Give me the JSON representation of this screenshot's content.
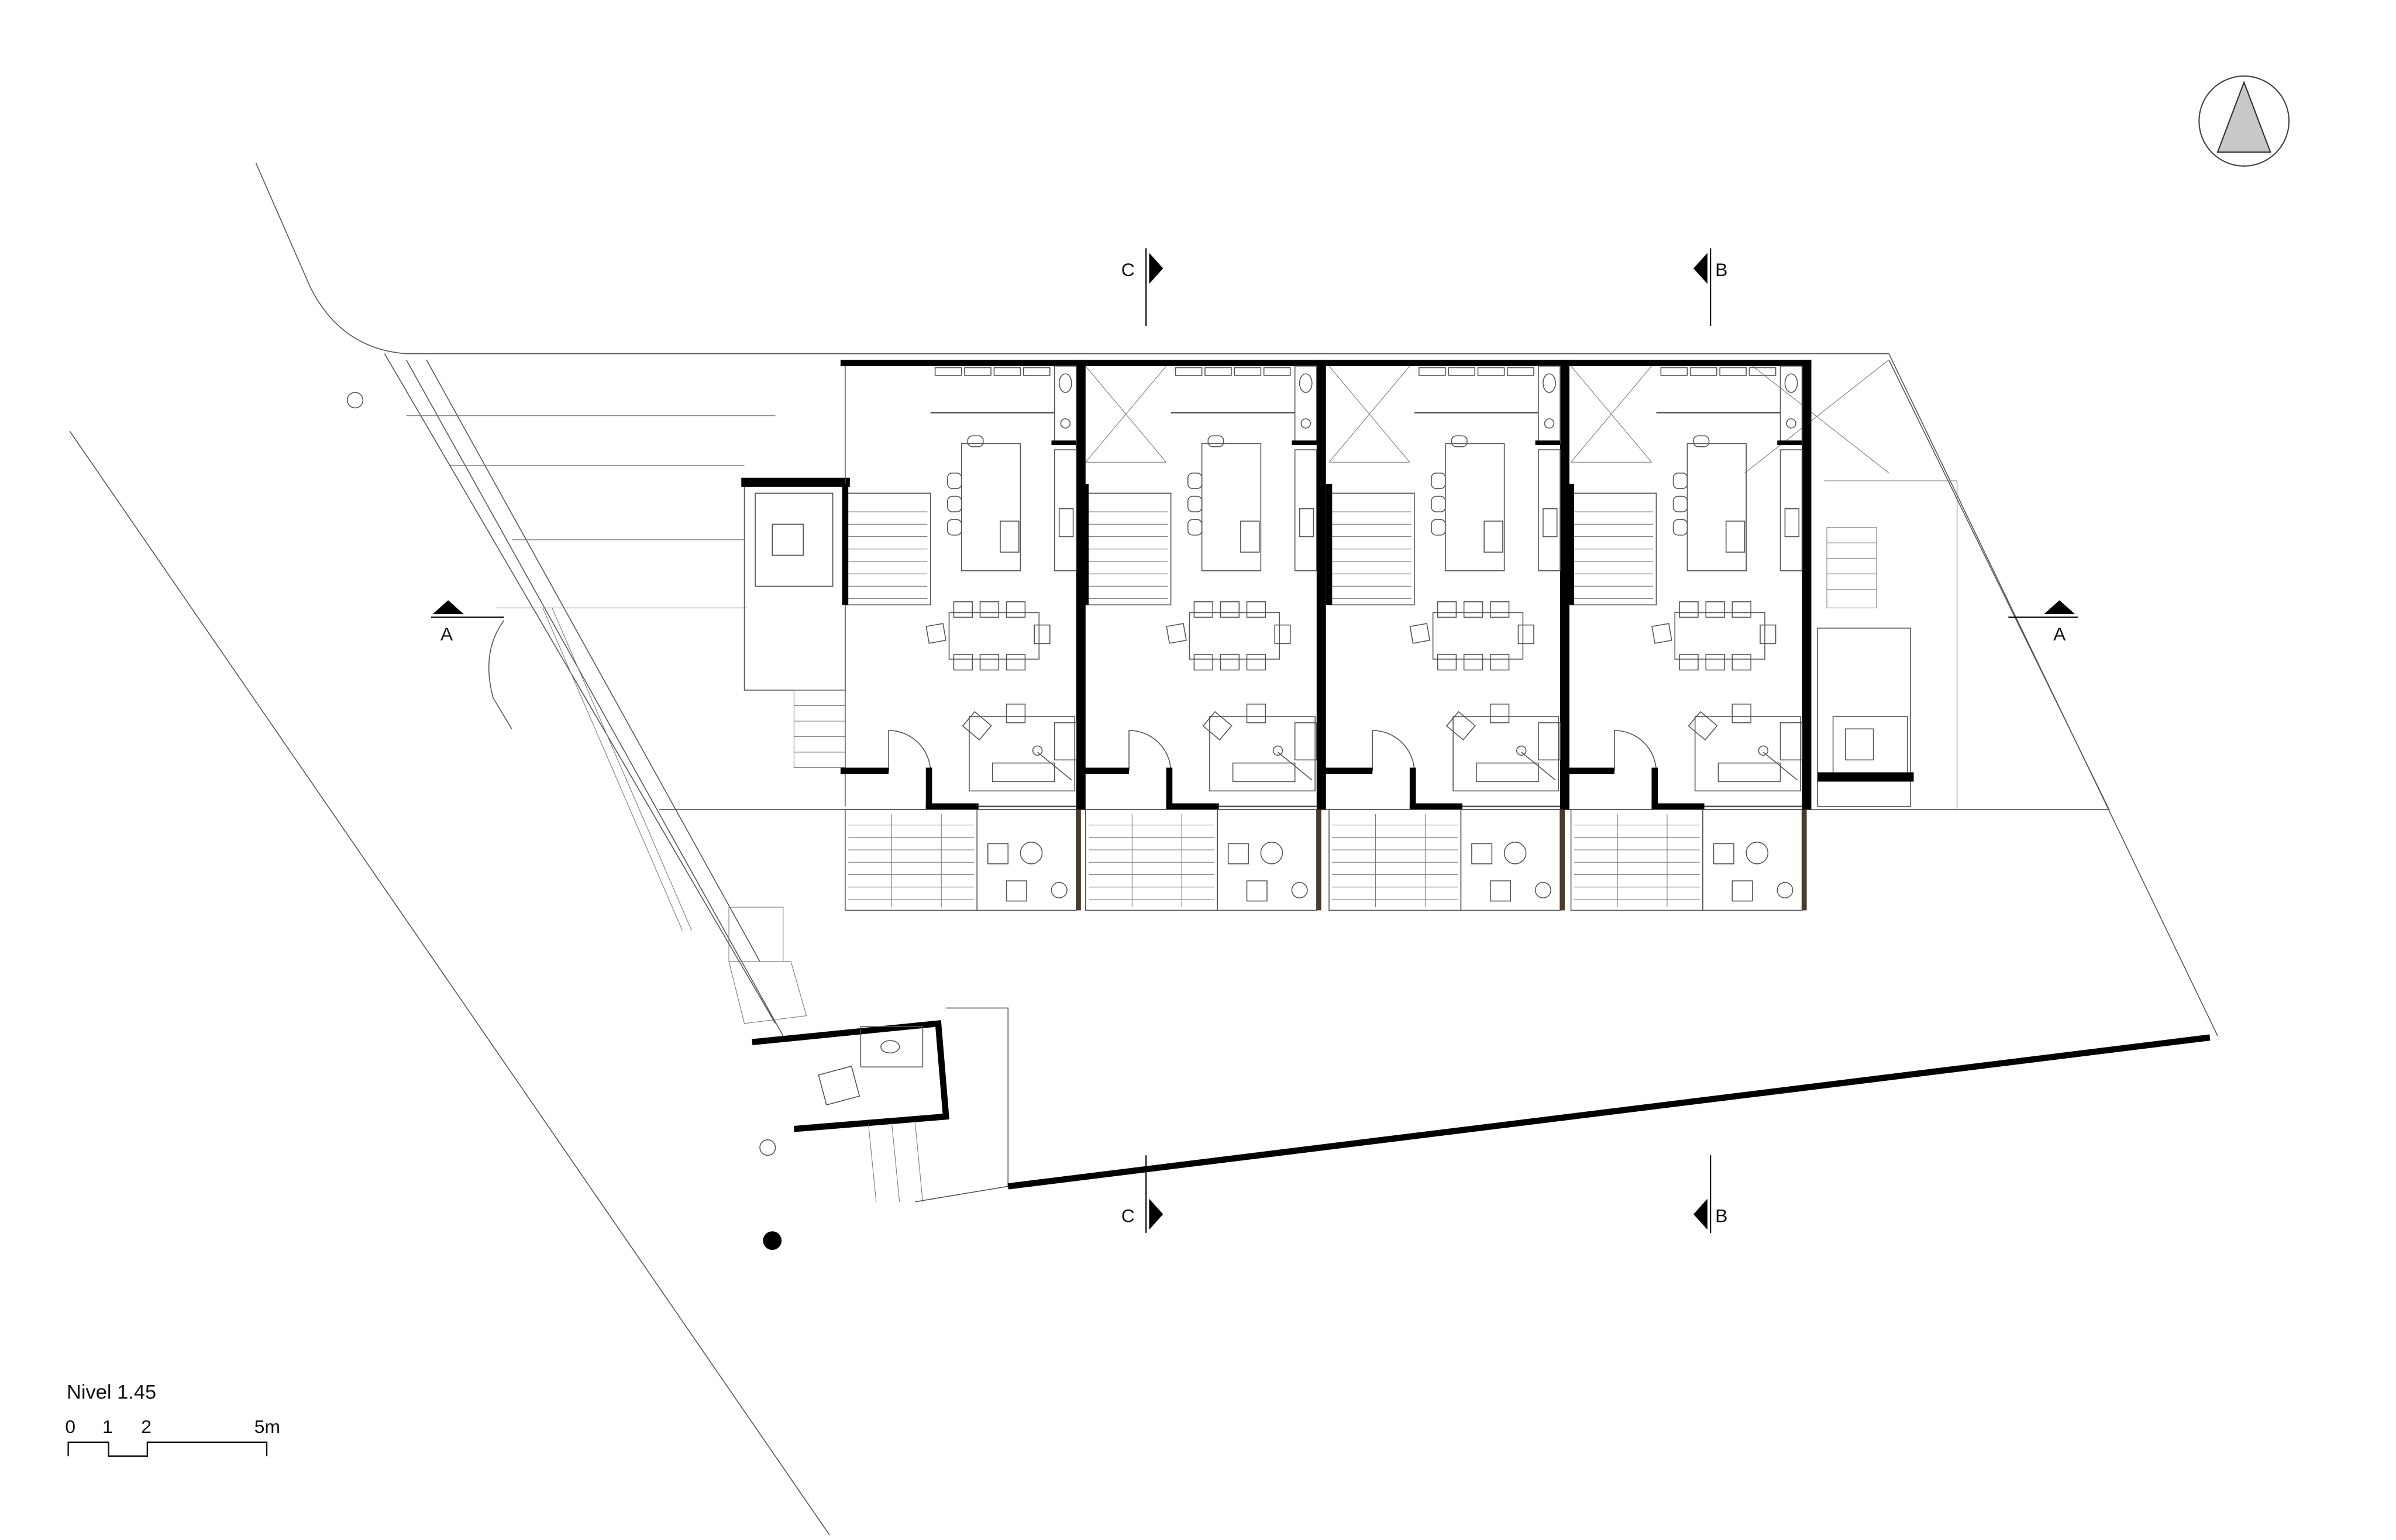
{
  "title": "Nivel 1.45",
  "scale_bar": {
    "ticks": [
      "0",
      "1",
      "2",
      "5m"
    ]
  },
  "sections": {
    "c_top": "C",
    "c_bottom": "C",
    "b_top": "B",
    "b_bottom": "B",
    "a_left": "A",
    "a_right": "A"
  },
  "north_arrow": "north-arrow-icon",
  "units": [
    {
      "name": "unit-1",
      "mirrored": false
    },
    {
      "name": "unit-2",
      "mirrored": false
    },
    {
      "name": "unit-3",
      "mirrored": false
    },
    {
      "name": "unit-4",
      "mirrored": false
    }
  ],
  "colors": {
    "wall": "#000000",
    "line": "#555555",
    "terrace_post": "#4a3a2a"
  }
}
